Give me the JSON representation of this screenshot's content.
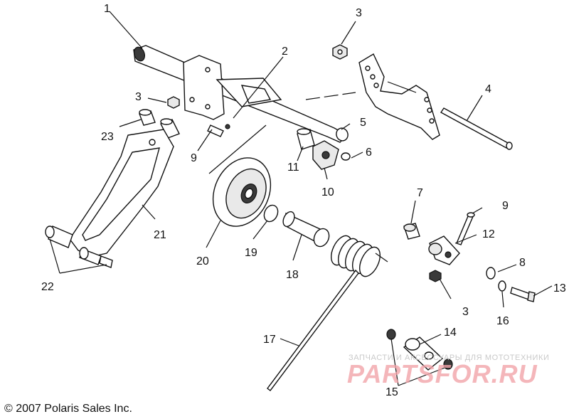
{
  "callouts": [
    "1",
    "2",
    "3",
    "3",
    "4",
    "5",
    "6",
    "7",
    "8",
    "9",
    "9",
    "10",
    "11",
    "12",
    "13",
    "3",
    "14",
    "15",
    "16",
    "17",
    "18",
    "19",
    "20",
    "21",
    "22",
    "23"
  ],
  "copyright": "© 2007 Polaris Sales Inc.",
  "watermark": {
    "tagline": "ЗАПЧАСТИ И АКСЕССУАРЫ ДЛЯ МОТОТЕХНИКИ",
    "brand": "PARTSFOR.RU"
  }
}
